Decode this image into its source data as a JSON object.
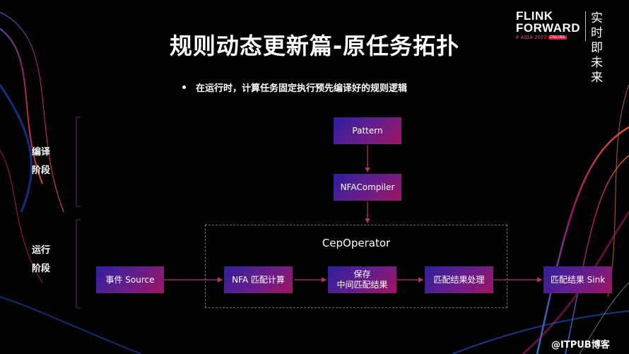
{
  "slide": {
    "title": "规则动态更新篇-原任务拓扑",
    "bullet": "在运行时，计算任务固定执行预先编译好的规则逻辑"
  },
  "logo": {
    "line1": "FLINK",
    "line2": "FORWARD",
    "line3": "# ASIA 2022",
    "badge": "ONLINE",
    "cn": "实时即未来"
  },
  "phases": {
    "compile": [
      "编译",
      "阶段"
    ],
    "runtime": [
      "运行",
      "阶段"
    ]
  },
  "nodes": {
    "pattern": "Pattern",
    "compiler": "NFACompiler",
    "operator": "CepOperator",
    "source": "事件 Source",
    "nfa": "NFA 匹配计算",
    "save_line1": "保存",
    "save_line2": "中间匹配结果",
    "process": "匹配结果处理",
    "sink": "匹配结果 Sink"
  },
  "watermark": "@ITPUB博客",
  "colors": {
    "box_start": "#2d1f9e",
    "box_end": "#a0155f",
    "arrow": "#b0356a",
    "bracket": "#5a1f55"
  }
}
